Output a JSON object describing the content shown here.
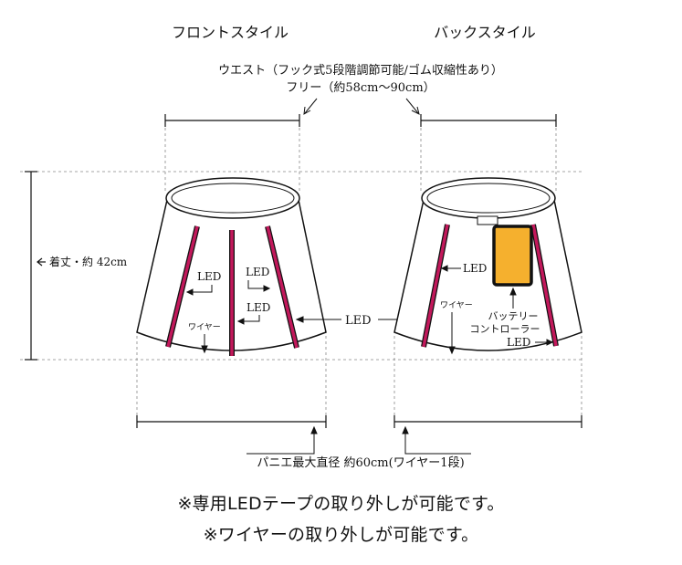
{
  "front_title": "フロントスタイル",
  "back_title": "バックスタイル",
  "waist_line1": "ウエスト（フック式5段階調節可能/ゴム収縮性あり）",
  "waist_line2": "フリー（約58cm～90cm）",
  "length_label": "着丈・約 42cm",
  "led": "LED",
  "wire": "ワイヤー",
  "battery_line1": "バッテリー",
  "battery_line2": "コントローラー",
  "pannier_label": "パニエ最大直径 約60cm(ワイヤー1段)",
  "note1": "※専用LEDテープの取り外しが可能です。",
  "note2": "※ワイヤーの取り外しが可能です。",
  "colors": {
    "tape": "#c2185b",
    "battery": "#f5b02e",
    "line": "#111111",
    "guide": "#9a9a9a"
  }
}
